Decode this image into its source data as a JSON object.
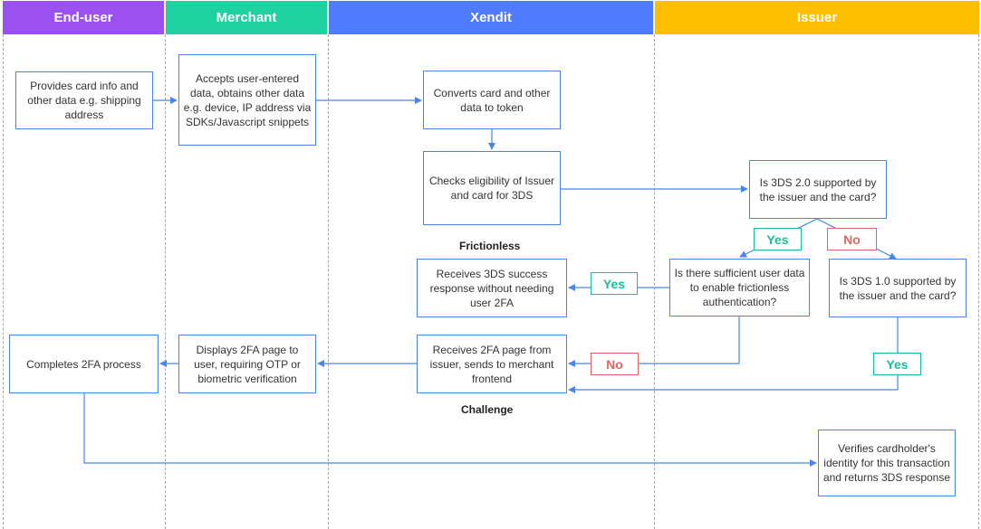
{
  "lanes": {
    "end_user": {
      "label": "End-user",
      "color": "#9b51f0"
    },
    "merchant": {
      "label": "Merchant",
      "color": "#1fd1a0"
    },
    "xendit": {
      "label": "Xendit",
      "color": "#4f7cff"
    },
    "issuer": {
      "label": "Issuer",
      "color": "#ffbf00"
    }
  },
  "nodes": {
    "provides_card_info": "Provides card info and other data e.g. shipping address",
    "accepts_user_data": "Accepts user-entered data, obtains other data e.g. device, IP address via SDKs/Javascript snippets",
    "converts_to_token": "Converts card and other data to token",
    "checks_eligibility": "Checks eligibility of Issuer and card for 3DS",
    "is_3ds2_supported": "Is 3DS 2.0 supported by the issuer and the card?",
    "sufficient_user_data": "Is there sufficient user data to enable frictionless authentication?",
    "is_3ds1_supported": "Is 3DS 1.0 supported by the issuer and the card?",
    "receives_success": "Receives 3DS success response without needing user 2FA",
    "receives_2fa_page": "Receives 2FA page from issuer, sends to merchant frontend",
    "displays_2fa_page": "Displays 2FA page to user, requiring OTP or biometric verification",
    "completes_2fa": "Completes 2FA process",
    "verifies_cardholder": "Verifies cardholder's identity for this transaction and returns 3DS response"
  },
  "decisions": {
    "yes": "Yes",
    "no": "No"
  },
  "captions": {
    "frictionless": "Frictionless",
    "challenge": "Challenge"
  },
  "colors": {
    "connector": "#4a86e8",
    "yes": "#1abc9c",
    "no": "#e06666",
    "divider": "#a6a6a6"
  }
}
